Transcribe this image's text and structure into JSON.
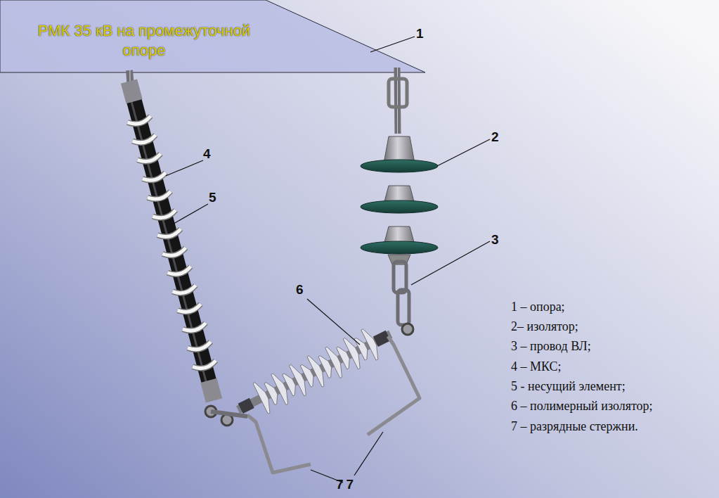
{
  "diagram": {
    "title": "РМК 35 кВ на промежуточной опоре",
    "labels": [
      "1",
      "2",
      "3",
      "4",
      "5",
      "6",
      "7",
      "7",
      "1 – опора;",
      "2– изолятор;",
      "3 – провод ВЛ;",
      "4 – МКС;",
      "5 - несущий элемент;",
      "6 – полимерный изолятор;",
      "7 – разрядные стержни."
    ]
  }
}
